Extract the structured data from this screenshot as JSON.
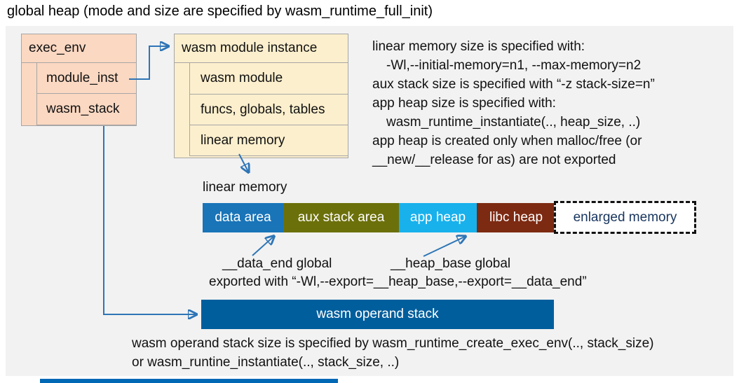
{
  "title": "global heap (mode and size are specified by wasm_runtime_full_init)",
  "exec_env": {
    "header": "exec_env",
    "rows": [
      "module_inst",
      "wasm_stack"
    ]
  },
  "module_instance": {
    "header": "wasm module instance",
    "rows": [
      "wasm module",
      "funcs, globals, tables",
      "linear memory"
    ]
  },
  "notes_right": {
    "lines": [
      {
        "text": "linear memory size is specified with:",
        "indent": false
      },
      {
        "text": "-Wl,--initial-memory=n1, --max-memory=n2",
        "indent": true
      },
      {
        "text": "aux stack size is specified with “-z stack-size=n”",
        "indent": false
      },
      {
        "text": "app heap size is specified with:",
        "indent": false
      },
      {
        "text": "wasm_runtime_instantiate(.., heap_size, ..)",
        "indent": true
      },
      {
        "text": "app heap is created only when malloc/free (or",
        "indent": false
      },
      {
        "text": "__new/__release for as) are not exported",
        "indent": false
      }
    ]
  },
  "linear_memory": {
    "label": "linear memory",
    "segments": [
      {
        "label": "data area",
        "color": "#1974B8"
      },
      {
        "label": "aux stack area",
        "color": "#6C700A"
      },
      {
        "label": "app heap",
        "color": "#18B1EC"
      },
      {
        "label": "libc heap",
        "color": "#7D2A12"
      },
      {
        "label": "enlarged memory",
        "color": "#FFFFFF",
        "text_color": "#17355E",
        "border": "dashed"
      }
    ]
  },
  "annotations": {
    "data_end": "__data_end global",
    "heap_base": "__heap_base global",
    "exported": "exported with “-Wl,--export=__heap_base,--export=__data_end”"
  },
  "operand_stack": {
    "label": "wasm operand stack",
    "color": "#005E9D"
  },
  "notes_bottom": {
    "lines": [
      "wasm operand stack size is specified by wasm_runtime_create_exec_env(.., stack_size)",
      "or wasm_runtine_instantiate(.., stack_size, ..)"
    ]
  },
  "colors": {
    "panel_bg": "#F2F2F2",
    "box_peach": "#FBD8C2",
    "box_cream": "#FCEFCD",
    "box_border": "#A6A6A6",
    "connector_blue": "#2E75B6",
    "bottom_strip_blue": "#0068B5"
  }
}
